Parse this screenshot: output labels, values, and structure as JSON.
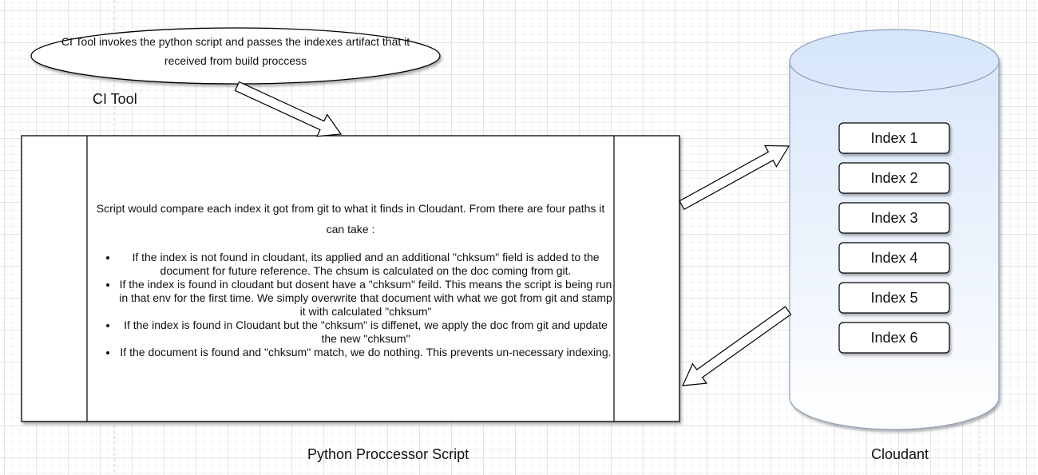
{
  "ci_bubble": {
    "text_line1": "CI Tool invokes the python script and passes the indexes artifact that it",
    "text_line2": "received from build proccess"
  },
  "ci_label": "CI Tool",
  "script": {
    "intro": "Script would compare each index it got from git to what it finds in Cloudant. From there are four paths it can take :",
    "paths": [
      "If the index is not found in cloudant, its applied and an additional \"chksum\" field is added to the document for future reference. The chsum is calculated on the doc coming from git.",
      "If the index is found in cloudant but dosent have a \"chksum\" feild. This means the script is being run in that env for the first time. We simply overwrite that document with what we got from git and stamp it with calculated \"chksum\"",
      "If the index is found in Cloudant but the \"chksum\" is diffenet, we apply the doc from git and update the new \"chksum\"",
      "If the document is found and \"chksum\" match, we do nothing. This prevents un-necessary indexing."
    ],
    "caption": "Python Proccessor Script"
  },
  "cloudant": {
    "caption": "Cloudant",
    "indexes": [
      "Index 1",
      "Index 2",
      "Index 3",
      "Index 4",
      "Index 5",
      "Index 6"
    ],
    "fill_top": "#d6e5fa",
    "fill_bottom": "#ffffff"
  }
}
